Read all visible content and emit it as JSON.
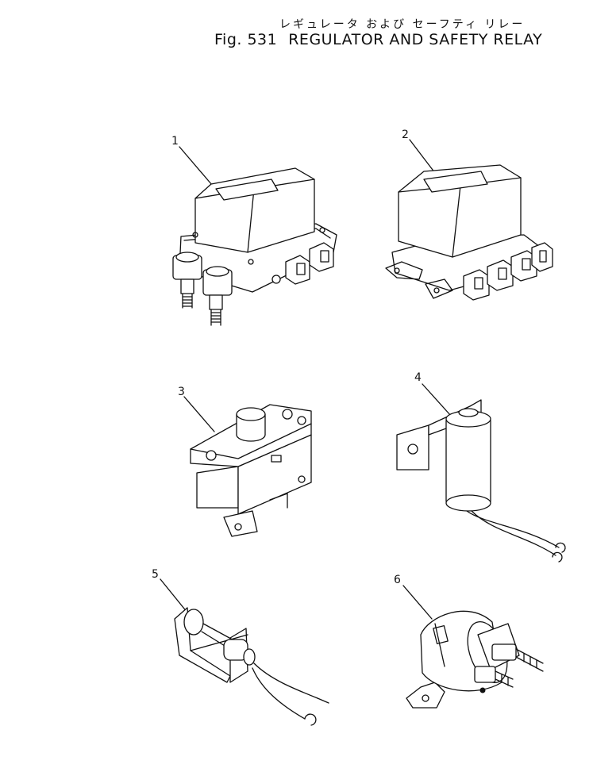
{
  "figure": {
    "title_jp": "レギュレータ および セーフティ リレー",
    "number": "Fig. 531",
    "title_en": "REGULATOR AND SAFETY RELAY"
  },
  "parts": [
    {
      "ref": "1"
    },
    {
      "ref": "2"
    },
    {
      "ref": "3"
    },
    {
      "ref": "4"
    },
    {
      "ref": "5"
    },
    {
      "ref": "6"
    }
  ]
}
